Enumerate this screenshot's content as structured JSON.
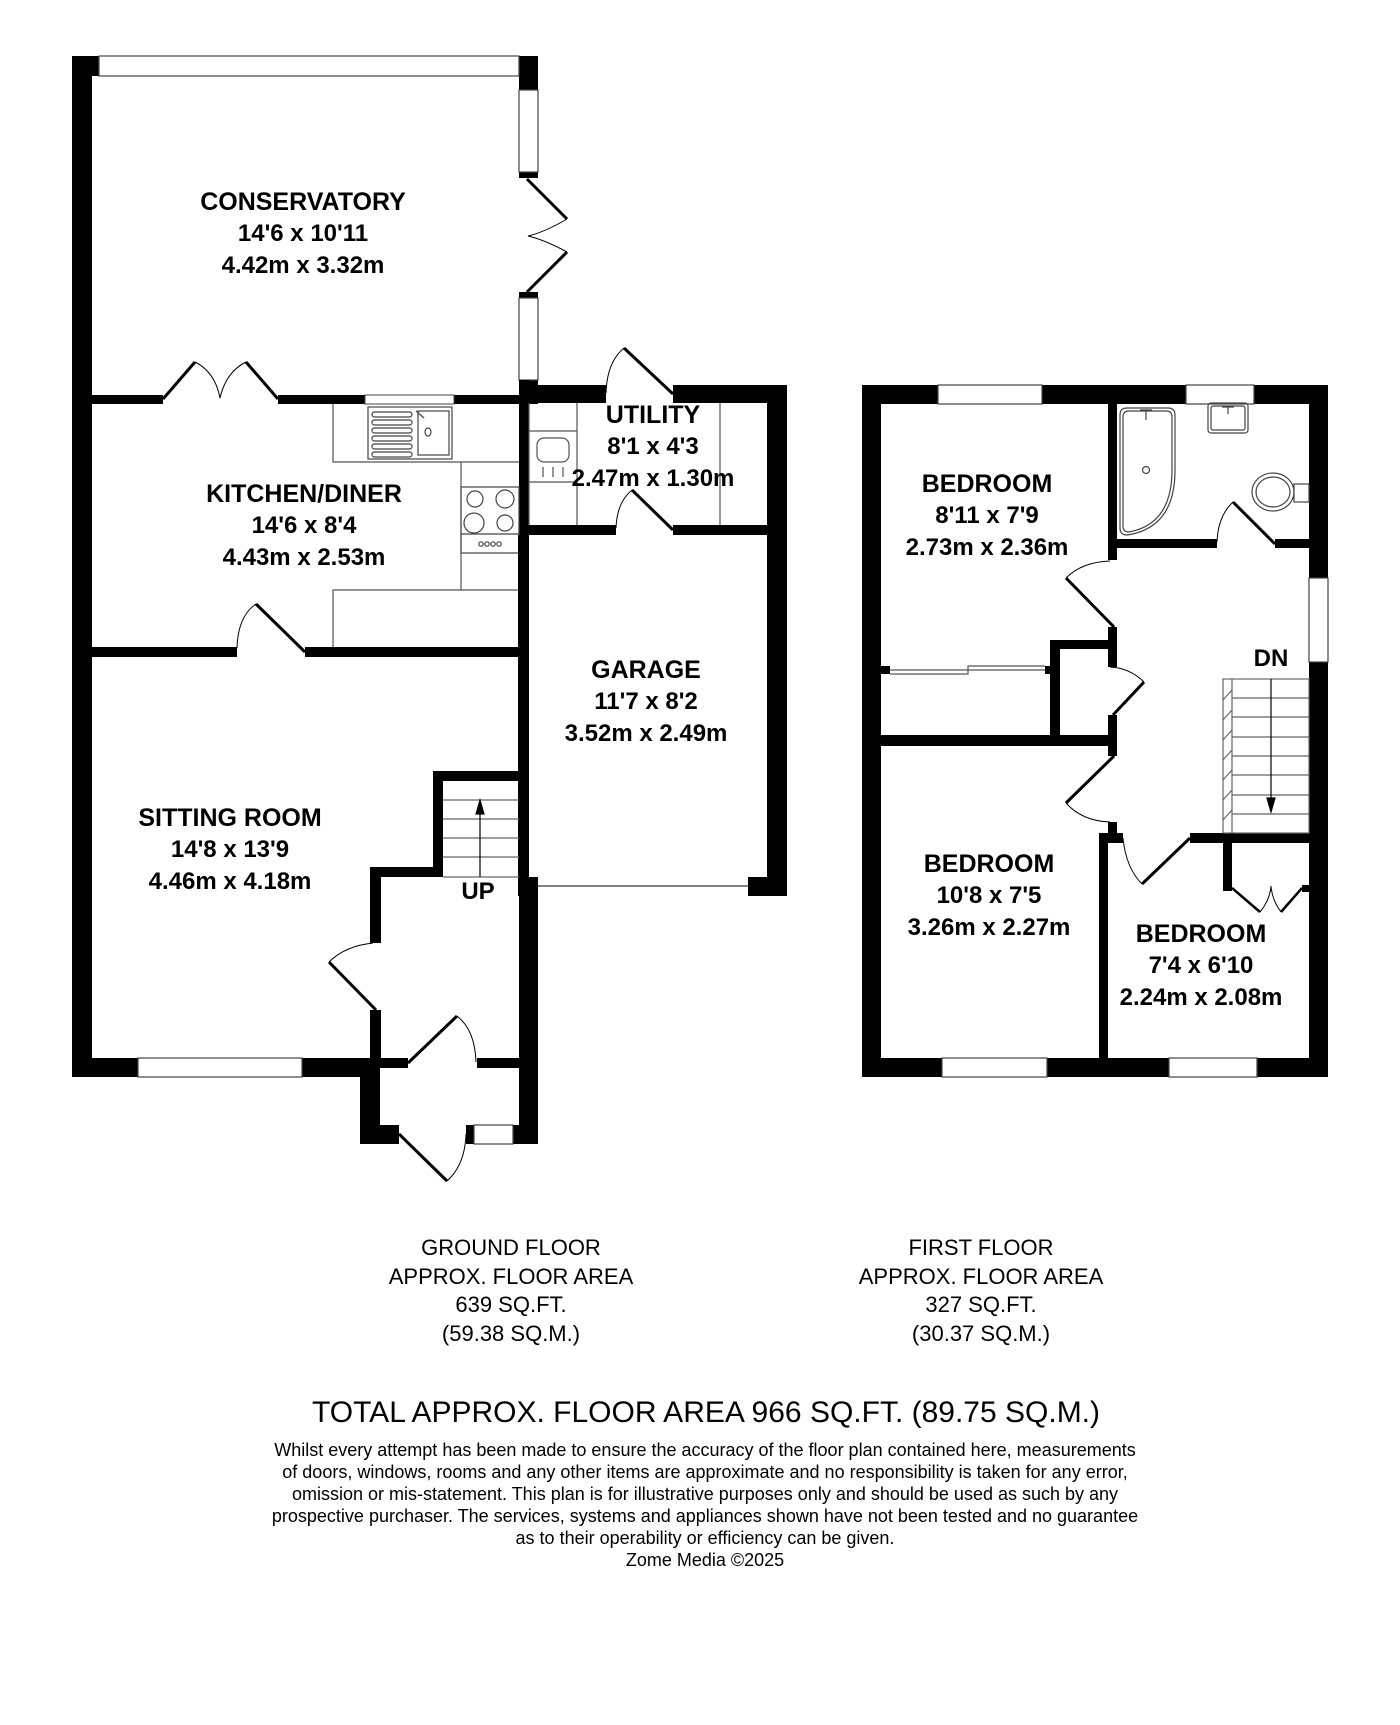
{
  "ground_floor": {
    "rooms": [
      {
        "name": "CONSERVATORY",
        "imperial": "14'6 x 10'11",
        "metric": "4.42m x 3.32m"
      },
      {
        "name": "KITCHEN/DINER",
        "imperial": "14'6 x 8'4",
        "metric": "4.43m x 2.53m"
      },
      {
        "name": "UTILITY",
        "imperial": "8'1 x 4'3",
        "metric": "2.47m x 1.30m"
      },
      {
        "name": "GARAGE",
        "imperial": "11'7 x 8'2",
        "metric": "3.52m x 2.49m"
      },
      {
        "name": "SITTING ROOM",
        "imperial": "14'8 x 13'9",
        "metric": "4.46m x 4.18m"
      }
    ],
    "stairs_label": "UP",
    "summary": {
      "title": "GROUND FLOOR",
      "subtitle": "APPROX. FLOOR AREA",
      "sqft": "639 SQ.FT.",
      "sqm": "(59.38 SQ.M.)"
    }
  },
  "first_floor": {
    "rooms": [
      {
        "name": "BEDROOM",
        "imperial": "8'11 x 7'9",
        "metric": "2.73m x 2.36m"
      },
      {
        "name": "BEDROOM",
        "imperial": "10'8 x 7'5",
        "metric": "3.26m x 2.27m"
      },
      {
        "name": "BEDROOM",
        "imperial": "7'4 x 6'10",
        "metric": "2.24m x 2.08m"
      }
    ],
    "stairs_label": "DN",
    "summary": {
      "title": "FIRST FLOOR",
      "subtitle": "APPROX. FLOOR AREA",
      "sqft": "327 SQ.FT.",
      "sqm": "(30.37 SQ.M.)"
    }
  },
  "total": "TOTAL APPROX. FLOOR AREA 966 SQ.FT. (89.75 SQ.M.)",
  "disclaimer": [
    "Whilst every attempt has been made to ensure the accuracy of the floor plan contained here, measurements",
    "of doors, windows, rooms and any other items are approximate and no responsibility is taken for any error,",
    "omission or mis-statement. This plan is for illustrative purposes only and should be used as such by any",
    "prospective purchaser. The services, systems and appliances shown have not been tested and no guarantee",
    "as to their operability or efficiency can be given.",
    "Zome Media ©2025"
  ],
  "colors": {
    "wall": "#000000",
    "background": "#ffffff",
    "fixture_line": "#555555"
  }
}
